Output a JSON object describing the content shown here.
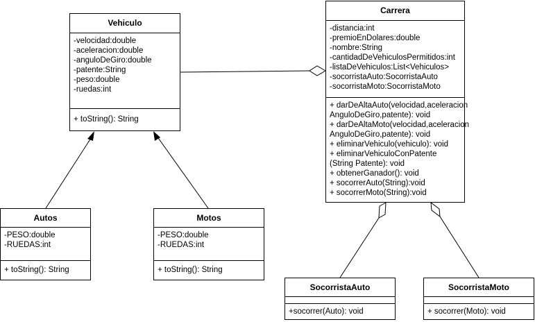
{
  "classes": {
    "vehiculo": {
      "name": "Vehiculo",
      "attributes": [
        "-velocidad:double",
        "-aceleracion:double",
        "-anguloDeGiro:double",
        "-patente:String",
        "-peso:double",
        "-ruedas:int"
      ],
      "methods": [
        "+ toString(): String"
      ]
    },
    "carrera": {
      "name": "Carrera",
      "attributes": [
        "-distancia:int",
        "-premioEnDolares:double",
        "-nombre:String",
        "-cantidadDeVehiculosPermitidos:int",
        "-listaDeVehiculos:List<Vehiculos>",
        "-socorristaAuto:SocorristaAuto",
        "-socorristaMoto:SocorristaMoto"
      ],
      "methods": [
        "+ darDeAltaAuto(velocidad,aceleracion",
        "AnguloDeGiro,patente): void",
        "+ darDeAltaMoto(velocidad,aceleracion",
        "AnguloDeGiro,patente): void",
        "+ eliminarVehiculo(vehiculo): void",
        "+ eliminarVehiculoConPatente",
        "(String Patente): void",
        "+ obtenerGanador(): void",
        "+ socorrerAuto(String):void",
        "+ socorrerMoto(String):void"
      ]
    },
    "autos": {
      "name": "Autos",
      "attributes": [
        "-PESO:double",
        "-RUEDAS:int"
      ],
      "methods": [
        "+ toString(): String"
      ]
    },
    "motos": {
      "name": "Motos",
      "attributes": [
        "-PESO:double",
        "-RUEDAS:int"
      ],
      "methods": [
        "+ toString(): String"
      ]
    },
    "socorristaAuto": {
      "name": "SocorristaAuto",
      "attributes": [],
      "methods": [
        "+socorrer(Auto): void"
      ]
    },
    "socorristaMoto": {
      "name": "SocorristaMoto",
      "attributes": [],
      "methods": [
        "+ socorrer(Moto): void"
      ]
    }
  },
  "relationships": [
    {
      "from": "autos",
      "to": "vehiculo",
      "type": "inheritance"
    },
    {
      "from": "motos",
      "to": "vehiculo",
      "type": "inheritance"
    },
    {
      "from": "vehiculo",
      "to": "carrera",
      "type": "aggregation"
    },
    {
      "from": "socorristaAuto",
      "to": "carrera",
      "type": "aggregation"
    },
    {
      "from": "socorristaMoto",
      "to": "carrera",
      "type": "aggregation"
    }
  ]
}
